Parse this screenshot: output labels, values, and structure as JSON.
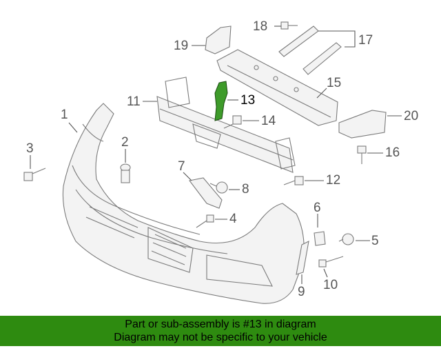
{
  "diagram": {
    "highlight_color": "#3e9b2a",
    "callouts": {
      "c1": "1",
      "c2": "2",
      "c3": "3",
      "c4": "4",
      "c5": "5",
      "c6": "6",
      "c7": "7",
      "c8": "8",
      "c9": "9",
      "c10": "10",
      "c11": "11",
      "c12": "12",
      "c13": "13",
      "c14": "14",
      "c15": "15",
      "c16": "16",
      "c17": "17",
      "c18": "18",
      "c19": "19",
      "c20": "20"
    }
  },
  "banner": {
    "line1": "Part or sub-assembly is #13 in diagram",
    "line2": "Diagram may not be specific to your vehicle",
    "background": "#2e8b10"
  }
}
